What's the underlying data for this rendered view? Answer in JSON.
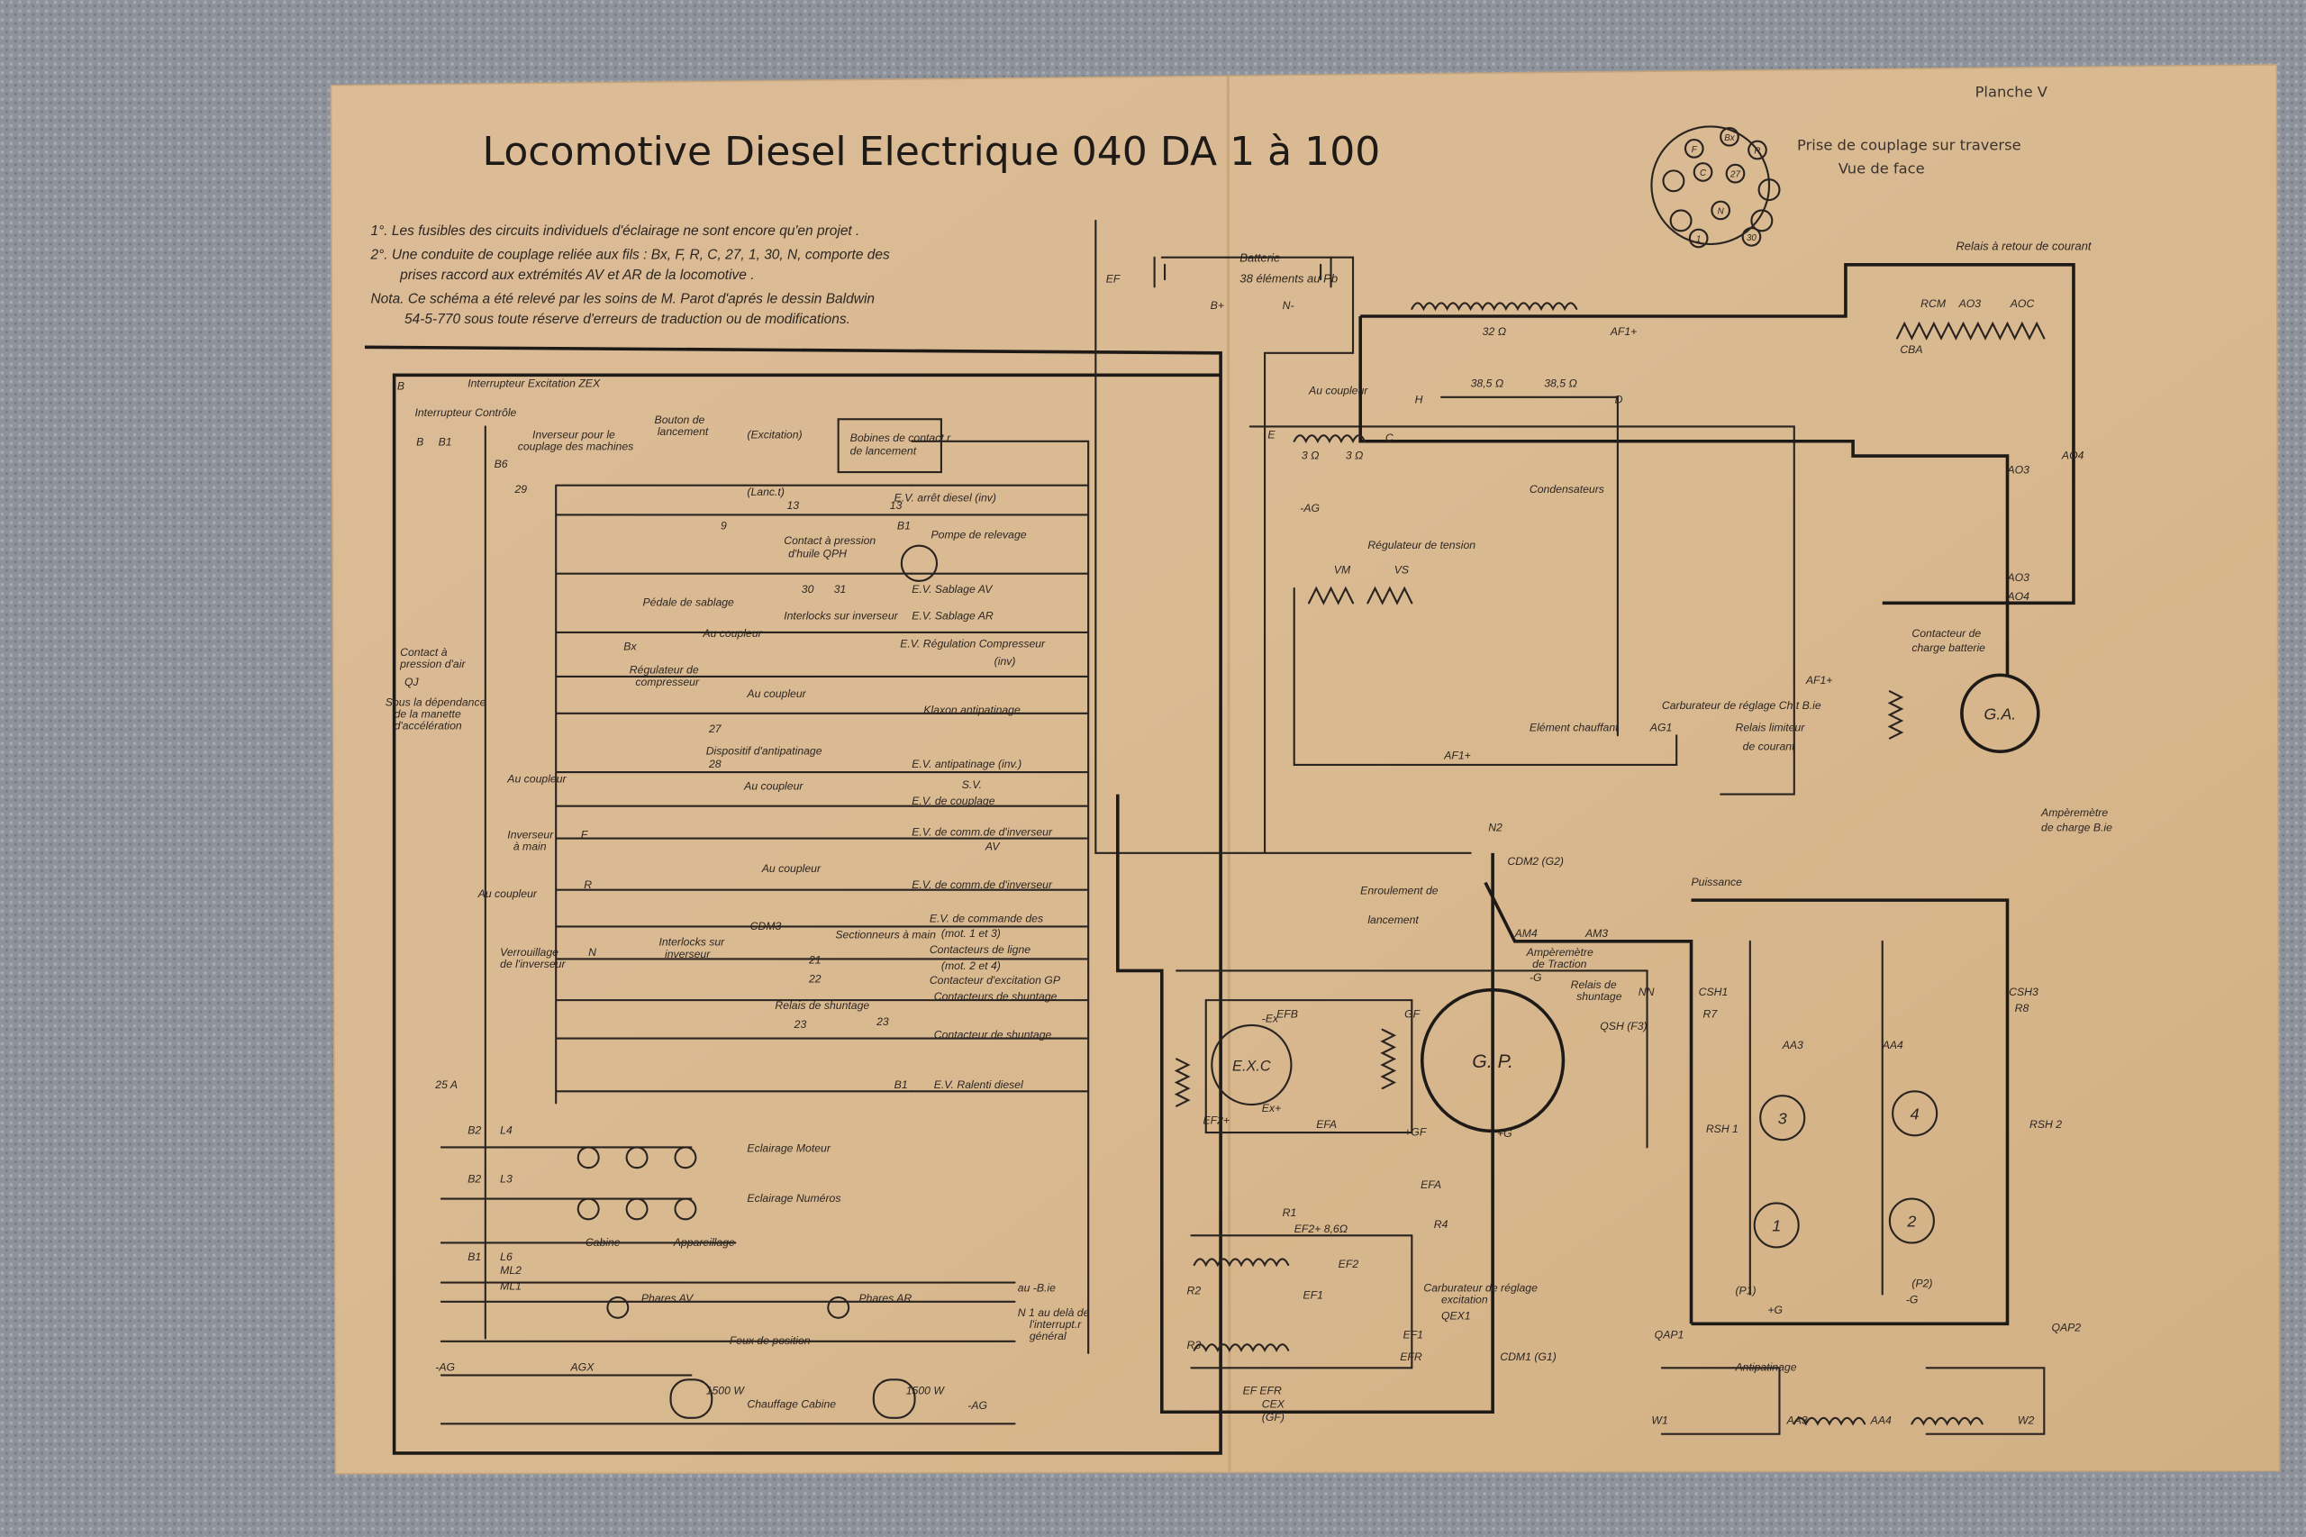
{
  "header": {
    "title": "Locomotive  Diesel  Electrique  040  DA 1 à 100",
    "plate": "Planche V",
    "connector_caption_1": "Prise de couplage sur traverse",
    "connector_caption_2": "Vue de face",
    "connector_pins": [
      "Bx",
      "F",
      "R",
      "C",
      "27",
      "N",
      "1",
      "30"
    ]
  },
  "notes": [
    "1°. Les fusibles des circuits individuels d'éclairage ne sont encore qu'en projet .",
    "2°. Une conduite de couplage reliée aux fils : Bx, F, R, C, 27, 1, 30, N, comporte des",
    "prises raccord aux extrémités AV et AR de la locomotive .",
    "Nota.  Ce schéma a été relevé par les soins de M. Parot d'aprés le dessin Baldwin",
    "54-5-770 sous toute réserve d'erreurs de traduction ou de modifications."
  ],
  "machines": {
    "exc": "E.X.C",
    "gp": "G. P.",
    "ga": "G.A.",
    "motors": [
      "3",
      "4",
      "1",
      "2"
    ]
  },
  "labels": [
    "Batterie",
    "38 éléments au Pb",
    "EF",
    "B+",
    "N-",
    "Au coupleur",
    "32 Ω",
    "AF1+",
    "38,5 Ω",
    "38,5 Ω",
    "H",
    "D",
    "E",
    "C",
    "3 Ω",
    "3 Ω",
    "Condensateurs",
    "-AG",
    "Régulateur de tension",
    "VM",
    "VS",
    "Elément chauffant",
    "AG1",
    "Relais limiteur",
    "de courant",
    "Carburateur de réglage Ch.t B.ie",
    "AF1+",
    "AF1+",
    "Relais à retour de courant",
    "RCM",
    "AO3",
    "AOC",
    "CBA",
    "AO3",
    "AO4",
    "AO3",
    "AO4",
    "Contacteur de",
    "charge batterie",
    "Ampèremètre",
    "de charge B.ie",
    "Interrupteur Excitation ZEX",
    "Interrupteur Contrôle",
    "Inverseur pour le",
    "couplage des machines",
    "Bouton de",
    "lancement",
    "(Excitation)",
    "Bobines de contact.r",
    "de lancement",
    "(Lanc.t)",
    "E.V. arrêt diesel (inv)",
    "Contact à pression",
    "d'huile  QPH",
    "Pompe de relevage",
    "Pédale de sablage",
    "Interlocks sur inverseur",
    "E.V. Sablage AV",
    "E.V. Sablage AR",
    "Au coupleur",
    "E.V. Régulation Compresseur",
    "(inv)",
    "Régulateur de",
    "compresseur",
    "Au coupleur",
    "Klaxon antipatinage",
    "Contact à",
    "pression d'air",
    "QJ",
    "Sous la dépendance",
    "de la manette",
    "d'accélération",
    "Dispositif d'antipatinage",
    "Au coupleur",
    "E.V. antipatinage (inv.)",
    "S.V.",
    "E.V. de couplage",
    "Inverseur",
    "à main",
    "E.V. de comm.de d'inverseur",
    "AV",
    "Au coupleur",
    "Au coupleur",
    "E.V. de comm.de d'inverseur",
    "Verrouillage",
    "de l'inverseur",
    "Interlocks sur",
    "inverseur",
    "CDM3",
    "Sectionneurs à main",
    "E.V. de commande des",
    "(mot. 1 et 3)",
    "Contacteurs de ligne",
    "(mot. 2 et 4)",
    "Contacteur d'excitation GP",
    "Relais de shuntage",
    "Contacteurs de shuntage",
    "Contacteur de shuntage",
    "25 A",
    "E.V. Ralenti diesel",
    "Eclairage Moteur",
    "Eclairage Numéros",
    "Cabine",
    "Appareillage",
    "Phares AV",
    "Phares AR",
    "au -B.ie",
    "N 1 au delà de",
    "l'interrupt.r",
    "général",
    "Feux de position",
    "-AG",
    "AGX",
    "Chauffage Cabine",
    "-AG",
    "N2",
    "CDM2 (G2)",
    "Enroulement de",
    "lancement",
    "Puissance",
    "AM4",
    "AM3",
    "Ampèremètre",
    "de Traction",
    "Relais de",
    "shuntage",
    "NN",
    "QSH (F3)",
    "EFB",
    "GF",
    "EF2+",
    "EFA",
    "+GF",
    "Ex+",
    "-Ex",
    "+G",
    "-G",
    "CSH1",
    "R7",
    "CSH3",
    "R8",
    "RSH 1",
    "RSH 2",
    "AA3",
    "AA4",
    "EFA",
    "R4",
    "R1",
    "EF2+ 8,6Ω",
    "EF2",
    "R2",
    "EF1",
    "Carburateur de réglage",
    "excitation",
    "R3",
    "EF1",
    "QEX1",
    "EFR",
    "CDM1 (G1)",
    "EF  EFR",
    "CEX",
    "(GF)",
    "QAP1",
    "QAP2",
    "Antipatinage",
    "W1",
    "AA3",
    "AA4",
    "W2",
    "(P1)",
    "(P2)",
    "+G",
    "-G",
    "B",
    "B",
    "B1",
    "B6",
    "29",
    "13",
    "13",
    "9",
    "30",
    "31",
    "27",
    "28",
    "21",
    "22",
    "23",
    "23",
    "Au coupleur",
    "F",
    "R",
    "N",
    "Bx",
    "B1",
    "B1",
    "B2",
    "L4",
    "B2",
    "L3",
    "B1",
    "L6",
    "ML2",
    "ML1",
    "1500 W",
    "1500 W"
  ]
}
